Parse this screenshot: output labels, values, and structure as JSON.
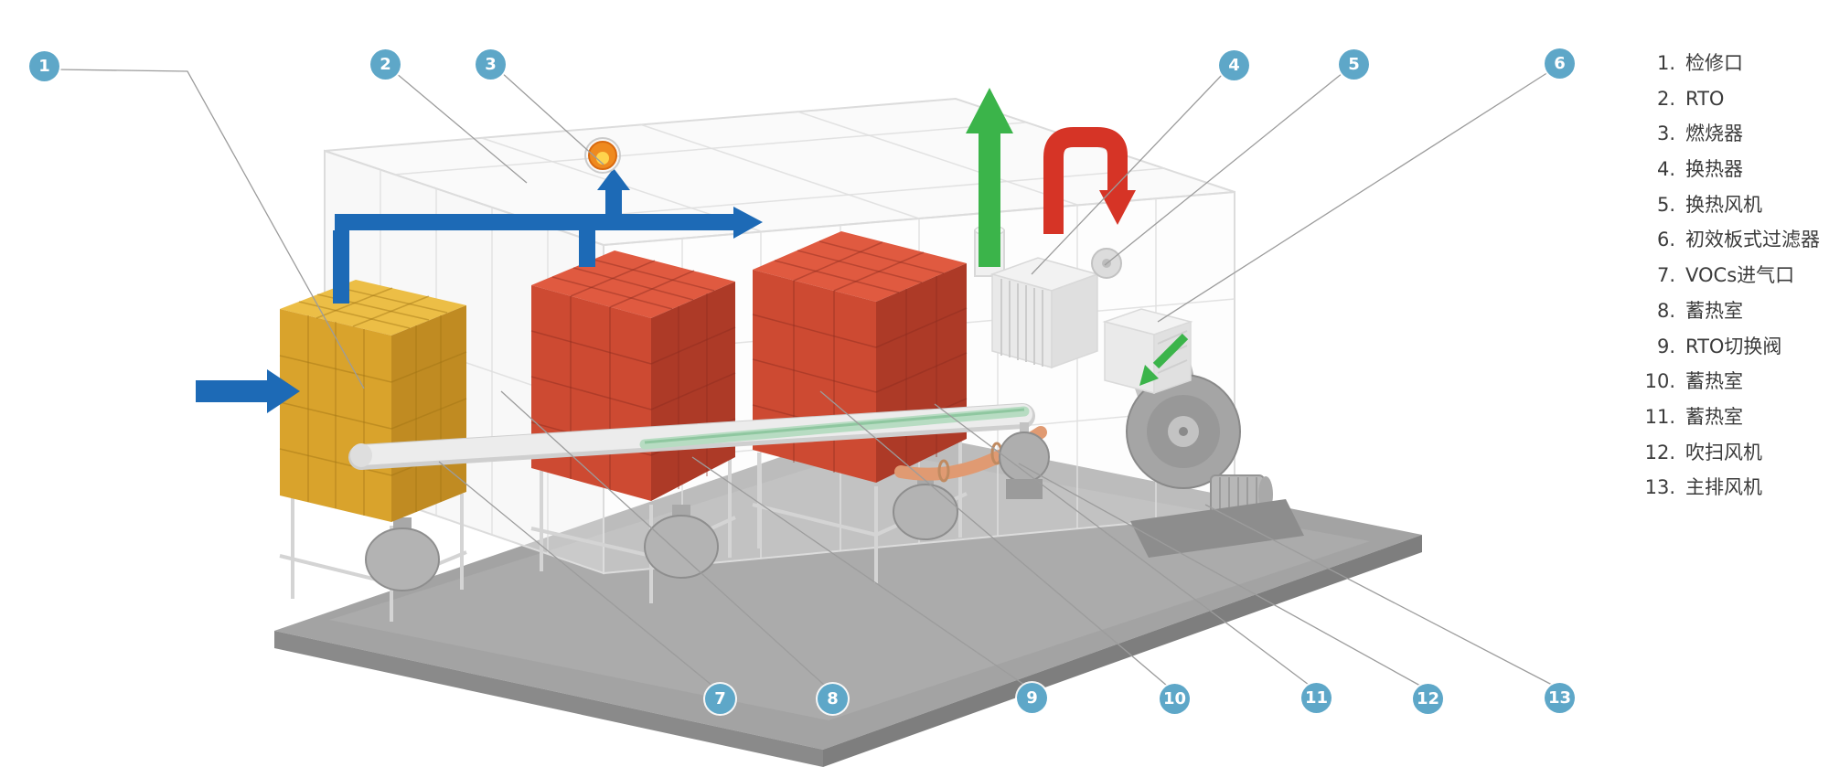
{
  "figure": {
    "kind": "industrial-equipment-diagram",
    "colors": {
      "callout_fill": "#5ea7c8",
      "callout_text": "#ffffff",
      "leader_line": "#9c9c9c",
      "legend_text": "#3b3b3b",
      "flow_inlet_blue": "#1d6ab6",
      "flow_clean_green": "#3bb44a",
      "flow_hot_red": "#d63426",
      "block_yellow": "#d9a32c",
      "block_red": "#cd4a32",
      "platform_gray": "#a3a3a3"
    },
    "icons": {
      "flame": "flame-icon",
      "arrow_up_green": "clean-air-arrow",
      "arrow_elbow_red": "hot-gas-arrow",
      "arrow_right_blue": "vocs-inlet-arrow"
    }
  },
  "callouts": [
    "1",
    "2",
    "3",
    "4",
    "5",
    "6",
    "7",
    "8",
    "9",
    "10",
    "11",
    "12",
    "13"
  ],
  "legend": {
    "items": [
      {
        "num": "1.",
        "label": "检修口"
      },
      {
        "num": "2.",
        "label": "RTO"
      },
      {
        "num": "3.",
        "label": "燃烧器"
      },
      {
        "num": "4.",
        "label": "换热器"
      },
      {
        "num": "5.",
        "label": "换热风机"
      },
      {
        "num": "6.",
        "label": "初效板式过滤器"
      },
      {
        "num": "7.",
        "label": "VOCs进气口"
      },
      {
        "num": "8.",
        "label": "蓄热室"
      },
      {
        "num": "9.",
        "label": "RTO切换阀"
      },
      {
        "num": "10.",
        "label": "蓄热室"
      },
      {
        "num": "11.",
        "label": "蓄热室"
      },
      {
        "num": "12.",
        "label": "吹扫风机"
      },
      {
        "num": "13.",
        "label": "主排风机"
      }
    ]
  }
}
